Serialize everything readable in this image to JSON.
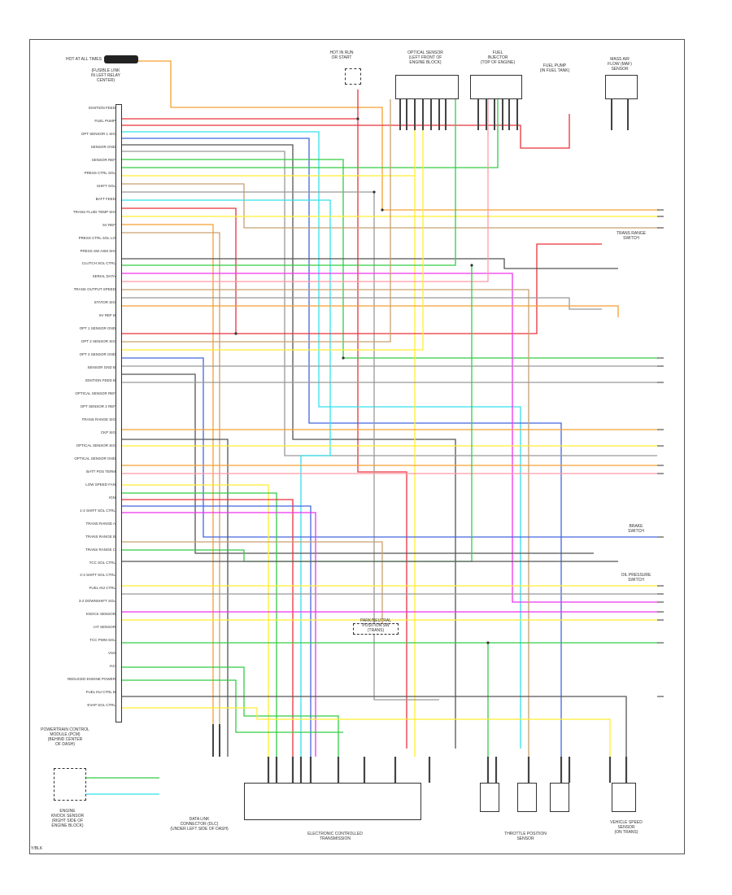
{
  "diagram": {
    "top_labels": {
      "hot_at_all_times": "HOT AT ALL TIMES",
      "fuse_block_note": "(FUSIBLE LINK\nIN LEFT RELAY\nCENTER)",
      "hot_in_run": "HOT IN RUN\nOR START",
      "optical_sensor": "OPTICAL SENSOR\n(LEFT FRONT OF\nENGINE BLOCK)",
      "fuel_injector": "FUEL\nINJECTOR\n(TOP OF ENGINE)",
      "fuel_pump": "FUEL PUMP\n(IN FUEL TANK)",
      "maf_sensor": "MASS AIR\nFLOW (MAF)\nSENSOR"
    },
    "pcm_pins": [
      "IGNITION FEED",
      "FUEL PUMP",
      "OPT SENSOR 1 SIG",
      "SENSOR GND",
      "SENSOR REF",
      "PRESS CTRL SOL",
      "SHIFT SOL",
      "BATT FEED",
      "TRANS FLUID TEMP SIG",
      "5V REF",
      "PRESS CTRL SOL LO",
      "PRESS SW ASM SIG",
      "CLUTCH SOL CTRL",
      "SERIAL DATA",
      "TRANS OUTPUT SPEED",
      "STATOR SIG",
      "5V REF B",
      "OPT 1 SENSOR GND",
      "OPT 2 SENSOR SIG",
      "OPT 2 SENSOR GND",
      "SENSOR GND B",
      "IGNITION FEED B",
      "OPTICAL SENSOR REF",
      "OPT SENSOR 2 REF",
      "TRANS RANGE SIG",
      "CKP SIG",
      "OPTICAL SENSOR SIG",
      "OPTICAL SENSOR GND",
      "BATT POS TERM",
      "LOW SPEED FAN",
      "IGN",
      "1-2 SHIFT SOL CTRL",
      "TRANS RANGE A",
      "TRANS RANGE B",
      "TRANS RANGE C",
      "TCC SOL CTRL",
      "2-3 SHIFT SOL CTRL",
      "FUEL INJ CTRL",
      "3-2 DOWNSHIFT SOL",
      "KNOCK SENSOR",
      "IAT SENSOR",
      "TCC PWM SOL",
      "VSS",
      "IAC",
      "REDUCED ENGINE POWER",
      "FUEL INJ CTRL B",
      "EVAP SOL CTRL"
    ],
    "pcm_caption": "POWERTRAIN CONTROL MODULE (PCM)\n(BEHIND CENTER\nOF DASH)",
    "bottom_captions": {
      "knock_sensor": "ENGINE\nKNOCK SENSOR\n(RIGHT SIDE OF\nENGINE BLOCK)",
      "data_link": "DATA LINK\nCONNECTOR (DLC)\n(UNDER LEFT SIDE OF DASH)",
      "trans_harness": "ELECTRONIC CONTROLLED\nTRANSMISSION",
      "throttle_position": "THROTTLE POSITION\nSENSOR",
      "park_neutral": "PARK/NEUTRAL\nPOSITION SW\n(TRANS)",
      "vehicle_speed": "VEHICLE SPEED\nSENSOR\n(ON TRANS)"
    },
    "right_side_labels": {
      "trans_range_sw": "TRANS RANGE\nSWITCH",
      "brake_sw": "BRAKE\nSWITCH",
      "oil_pressure_sw": "OIL PRESSURE\nSWITCH"
    },
    "corner_code": "Y/BLK",
    "wire_colors": {
      "orange": "#f5a033",
      "red": "#e8333a",
      "cyan": "#33e0ec",
      "blue": "#4466dd",
      "green": "#33cc44",
      "yellow": "#ffee33",
      "magenta": "#ee33ee",
      "gray": "#999999",
      "dark": "#555555",
      "tan": "#c8a070",
      "pink": "#ff9aa8"
    }
  }
}
